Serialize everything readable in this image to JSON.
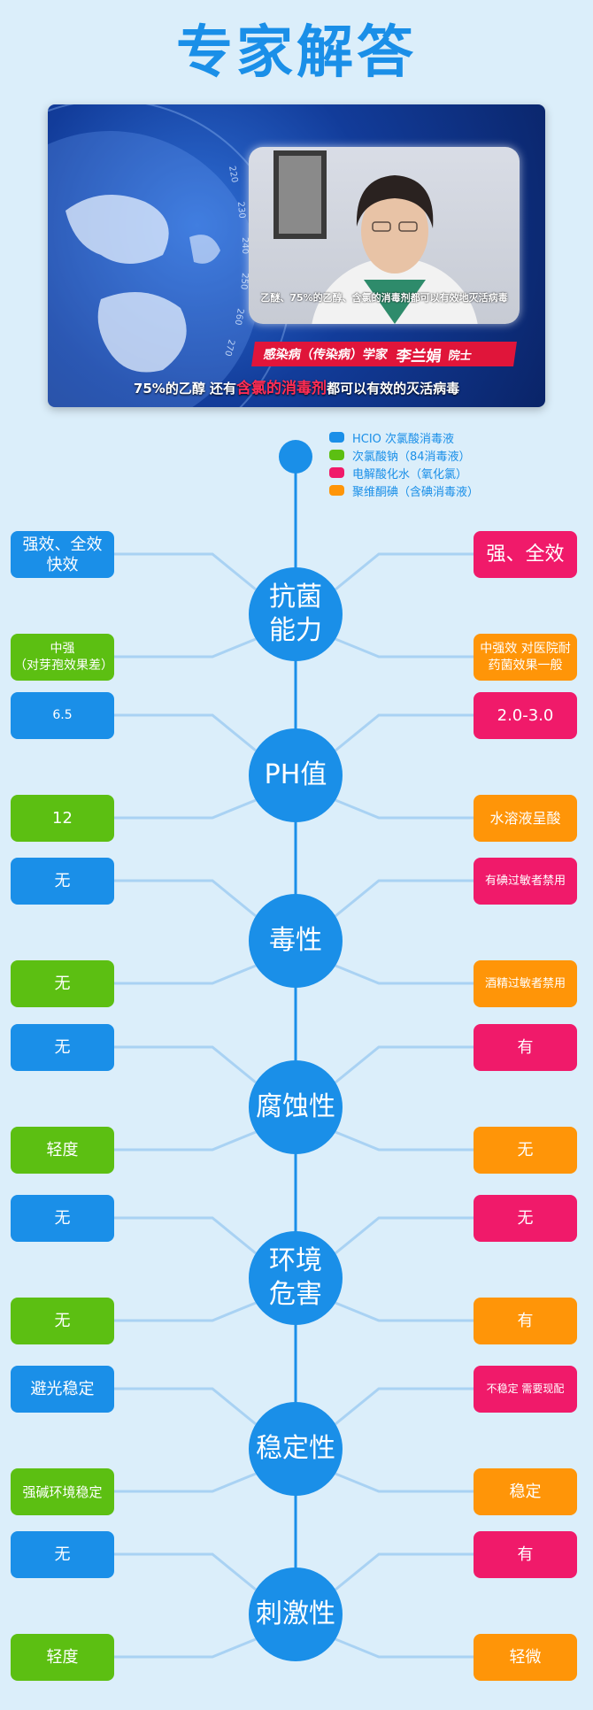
{
  "title": "专家解答",
  "video": {
    "caption": "乙醚、75%的乙醇、含氯的消毒剂都可以有效地灭活病毒",
    "title_prefix": "感染病（传染病）学家",
    "name": "李兰娟",
    "rank": "院士",
    "subtitle_before": "75%的乙醇 还有",
    "subtitle_highlight": "含氯的消毒剂",
    "subtitle_after": "都可以有效的灭活病毒",
    "dial_numbers": [
      "220",
      "230",
      "240",
      "250",
      "260",
      "270"
    ]
  },
  "colors": {
    "blue": "#1a8fe8",
    "green": "#5cbf12",
    "pink": "#f01a6a",
    "orange": "#ff9508"
  },
  "legend": [
    {
      "label": "HCIO 次氯酸消毒液",
      "color": "blue"
    },
    {
      "label": "次氯酸钠（84消毒液）",
      "color": "green"
    },
    {
      "label": "电解酸化水（氧化氯）",
      "color": "pink"
    },
    {
      "label": "聚维酮碘（含碘消毒液）",
      "color": "orange"
    }
  ],
  "categories": [
    {
      "name": "抗菌\n能力",
      "left_top": "强效、全效\n快效",
      "left_bottom": "中强\n（对芽孢效果差）",
      "right_top": "强、全效",
      "right_bottom": "中强效 对医院耐\n药菌效果一般"
    },
    {
      "name": "PH值",
      "left_top": "6.5",
      "left_bottom": "12",
      "right_top": "2.0-3.0",
      "right_bottom": "水溶液呈酸"
    },
    {
      "name": "毒性",
      "left_top": "无",
      "left_bottom": "无",
      "right_top": "有碘过敏者禁用",
      "right_bottom": "酒精过敏者禁用"
    },
    {
      "name": "腐蚀性",
      "left_top": "无",
      "left_bottom": "轻度",
      "right_top": "有",
      "right_bottom": "无"
    },
    {
      "name": "环境\n危害",
      "left_top": "无",
      "left_bottom": "无",
      "right_top": "无",
      "right_bottom": "有"
    },
    {
      "name": "稳定性",
      "left_top": "避光稳定",
      "left_bottom": "强碱环境稳定",
      "right_top": "不稳定 需要现配",
      "right_bottom": "稳定"
    },
    {
      "name": "刺激性",
      "left_top": "无",
      "left_bottom": "轻度",
      "right_top": "有",
      "right_bottom": "轻微"
    }
  ]
}
